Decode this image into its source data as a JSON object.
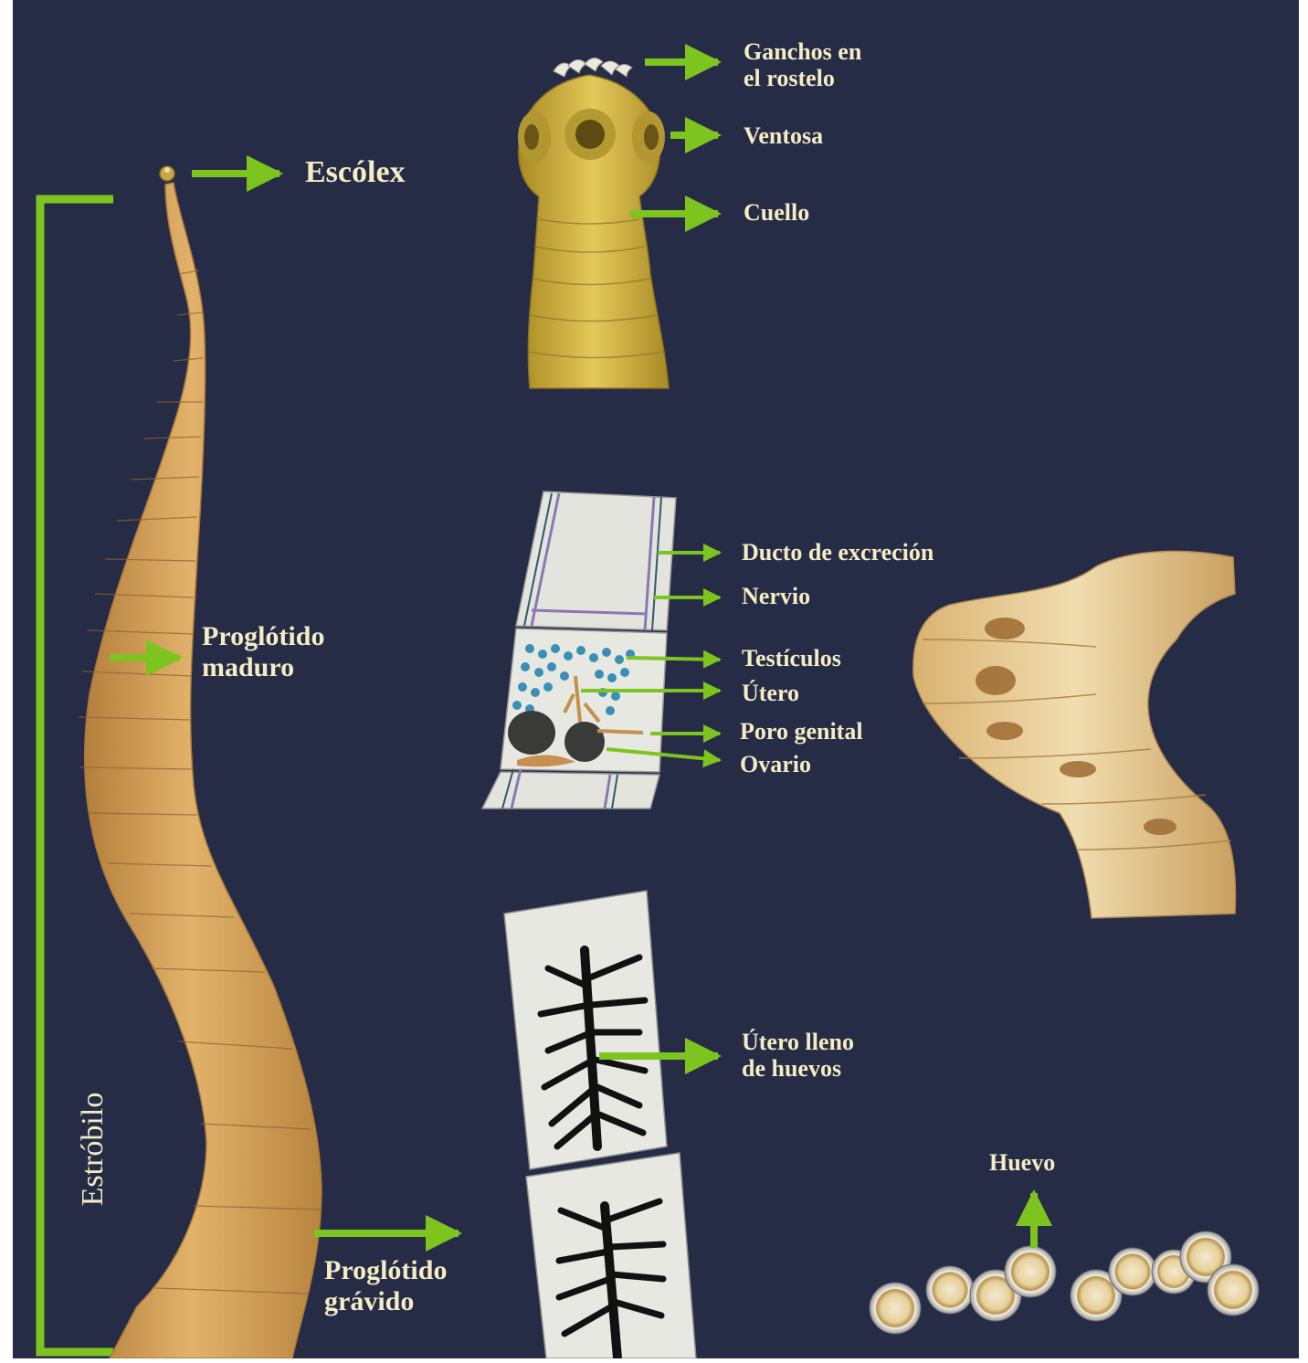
{
  "colors": {
    "background": "#262c46",
    "label_text": "#f3ecc4",
    "arrow": "#7dc41f",
    "bracket": "#7dc41f",
    "worm_body": "#d7a55e",
    "scolex": "#c8a93a",
    "proglottid": "#e6e6e0",
    "uterus_branches": "#111111"
  },
  "labels": {
    "escolex": "Escólex",
    "estrobilo": "Estróbilo",
    "progl_maduro": [
      "Proglótido",
      "maduro"
    ],
    "progl_gravido": [
      "Proglótido",
      "grávido"
    ],
    "ganchos": [
      "Ganchos en",
      "el rostelo"
    ],
    "ventosa": "Ventosa",
    "cuello": "Cuello",
    "ducto": "Ducto de excreción",
    "nervio": "Nervio",
    "testiculos": "Testículos",
    "utero": "Útero",
    "poro": "Poro genital",
    "ovario": "Ovario",
    "utero_lleno": [
      "Útero lleno",
      "de huevos"
    ],
    "huevo": "Huevo"
  }
}
